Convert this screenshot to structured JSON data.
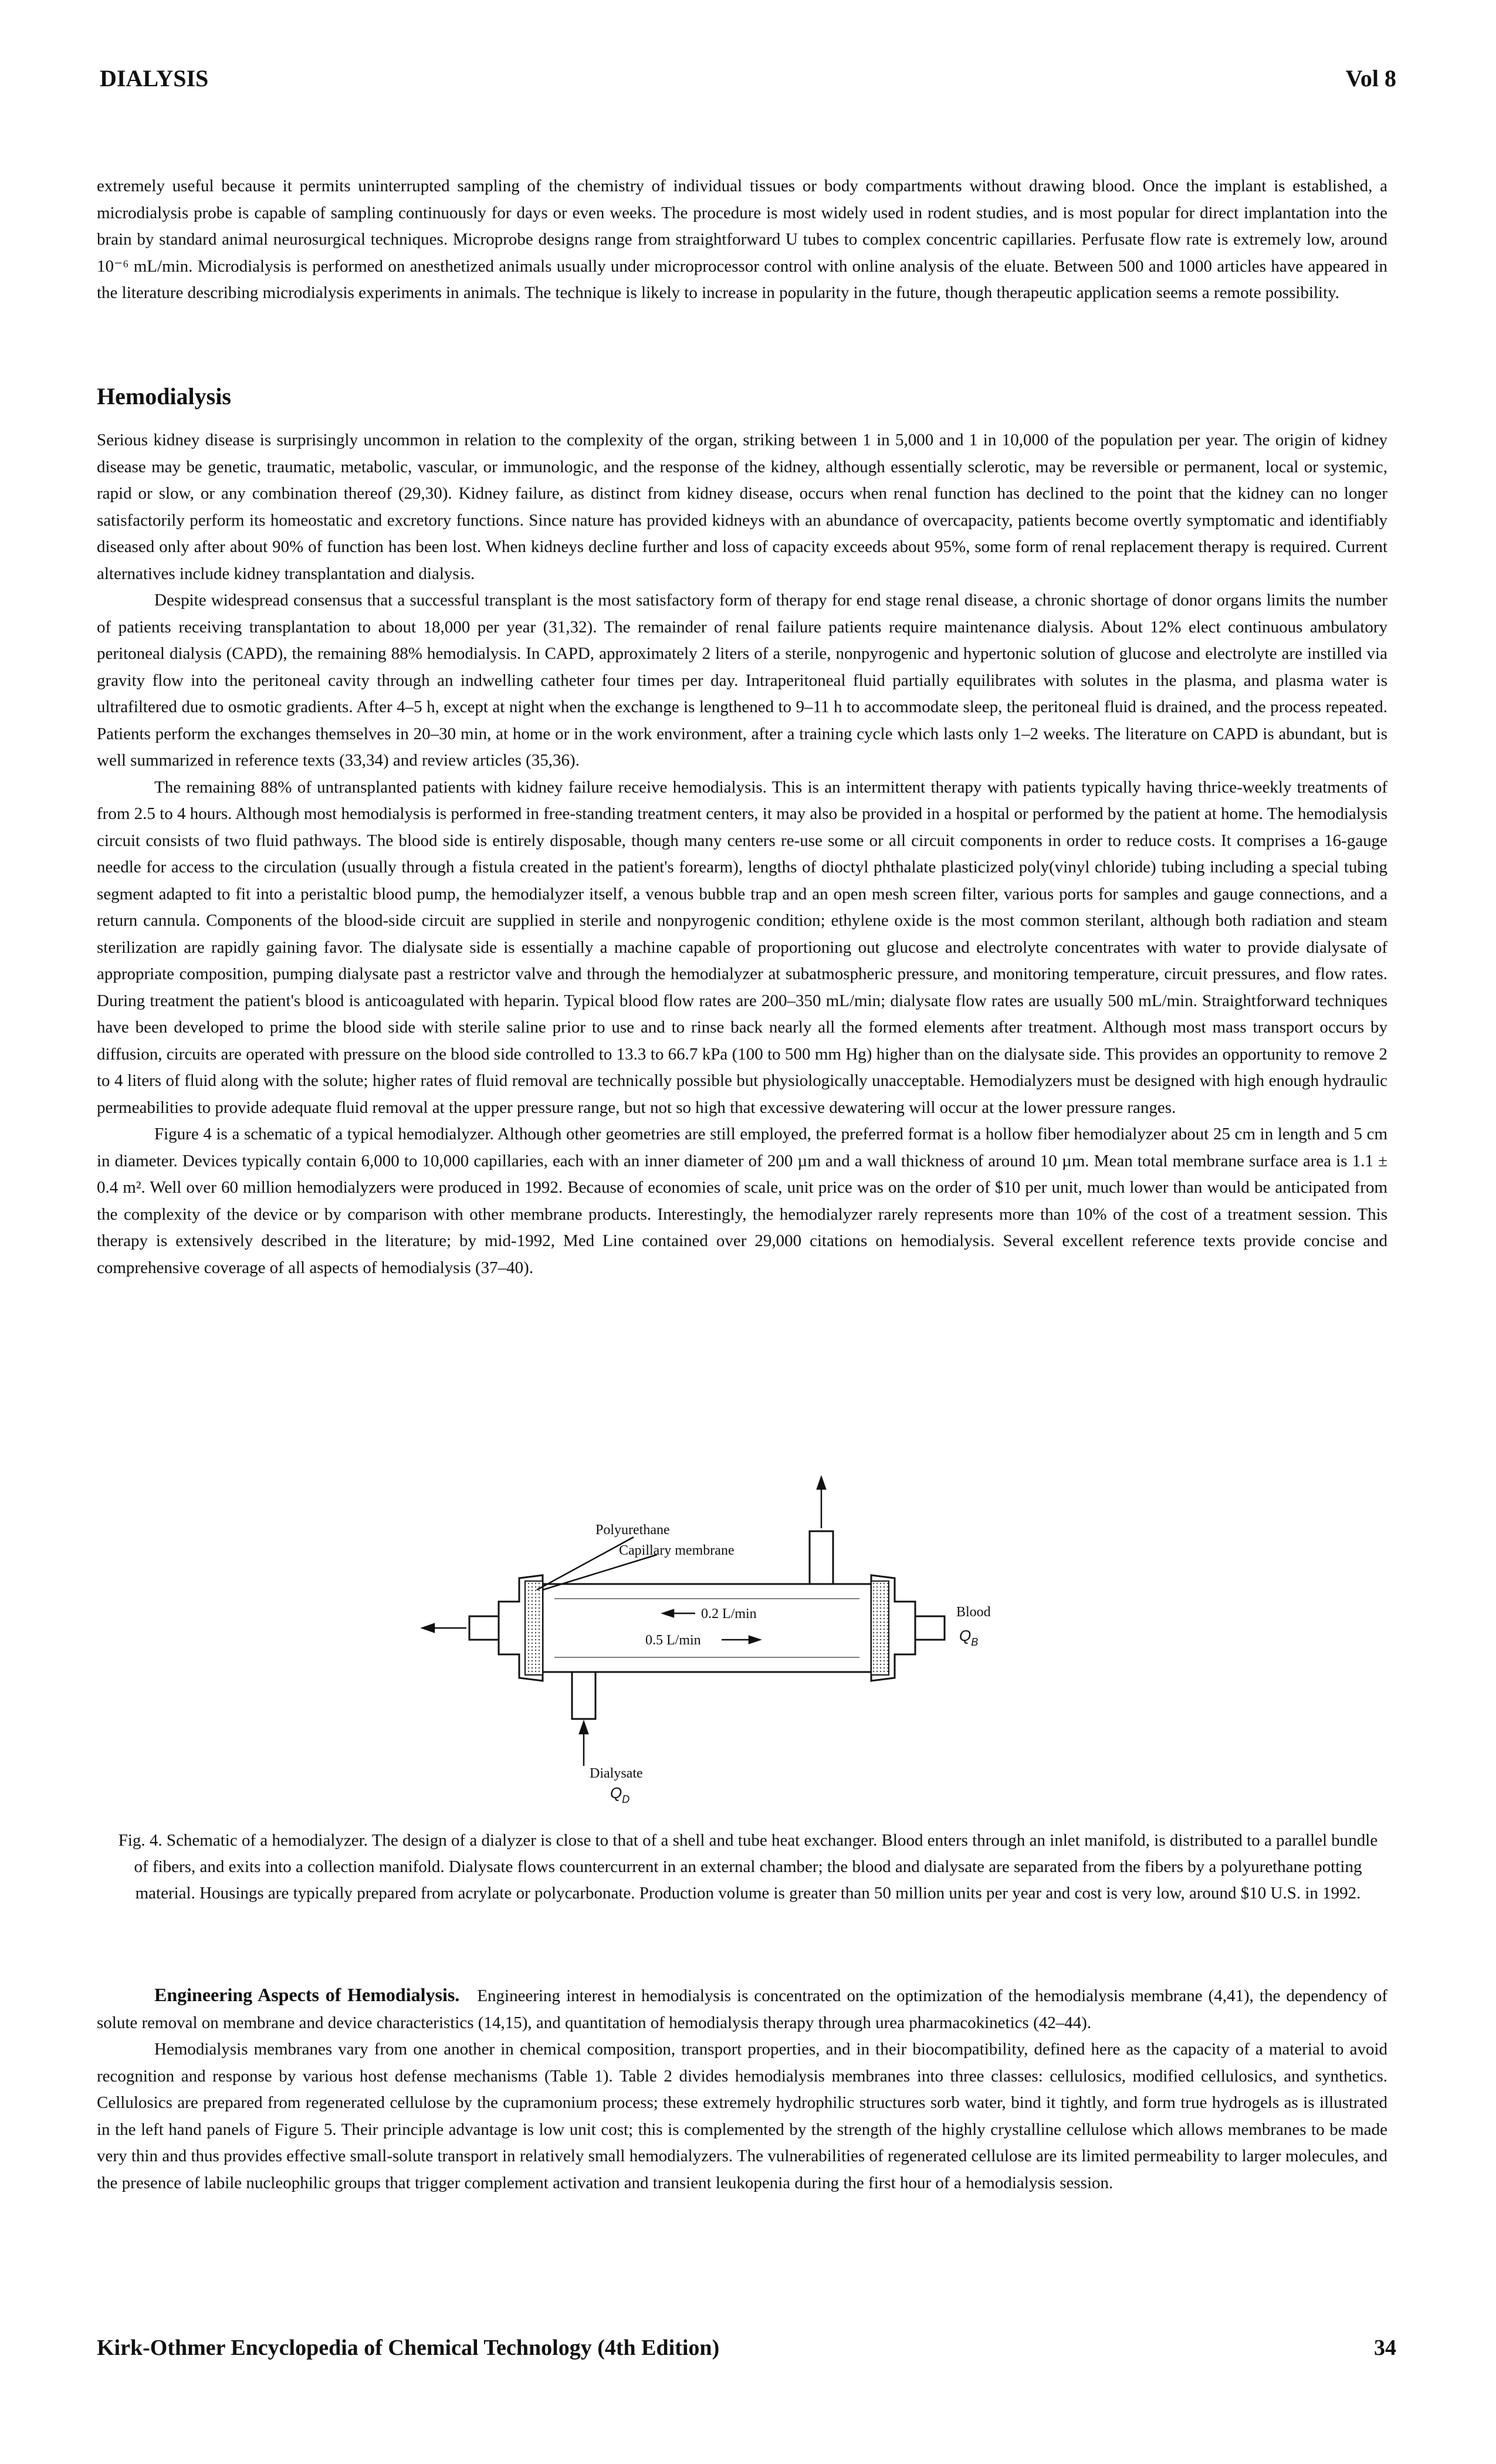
{
  "header": {
    "left": "DIALYSIS",
    "right": "Vol 8"
  },
  "intro_paragraph": "extremely useful because it permits uninterrupted sampling of the chemistry of individual tissues or body compartments without drawing blood. Once the implant is established, a microdialysis probe is capable of sampling continuously for days or even weeks. The procedure is most widely used in rodent studies, and is most popular for direct implantation into the brain by standard animal neurosurgical techniques. Microprobe designs range from straightforward U tubes to complex concentric capillaries. Perfusate flow rate is extremely low, around 10⁻⁶ mL/min. Microdialysis is performed on anesthetized animals usually under microprocessor control with online analysis of the eluate. Between 500 and 1000 articles have appeared in the literature describing microdialysis experiments in animals. The technique is likely to increase in popularity in the future, though therapeutic application seems a remote possibility.",
  "section_title": "Hemodialysis",
  "hemo_paragraphs": [
    "Serious kidney disease is surprisingly uncommon in relation to the complexity of the organ, striking between 1 in 5,000 and 1 in 10,000 of the population per year. The origin of kidney disease may be genetic, traumatic, metabolic, vascular, or immunologic, and the response of the kidney, although essentially sclerotic, may be reversible or permanent, local or systemic, rapid or slow, or any combination thereof (29,30). Kidney failure, as distinct from kidney disease, occurs when renal function has declined to the point that the kidney can no longer satisfactorily perform its homeostatic and excretory functions. Since nature has provided kidneys with an abundance of overcapacity, patients become overtly symptomatic and identifiably diseased only after about 90% of function has been lost. When kidneys decline further and loss of capacity exceeds about 95%, some form of renal replacement therapy is required. Current alternatives include kidney transplantation and dialysis.",
    "Despite widespread consensus that a successful transplant is the most satisfactory form of therapy for end stage renal disease, a chronic shortage of donor organs limits the number of patients receiving transplantation to about 18,000 per year (31,32). The remainder of renal failure patients require maintenance dialysis. About 12% elect continuous ambulatory peritoneal dialysis (CAPD), the remaining 88% hemodialysis. In CAPD, approximately 2 liters of a sterile, nonpyrogenic and hypertonic solution of glucose and electrolyte are instilled via gravity flow into the peritoneal cavity through an indwelling catheter four times per day. Intraperitoneal fluid partially equilibrates with solutes in the plasma, and plasma water is ultrafiltered due to osmotic gradients. After 4–5 h, except at night when the exchange is lengthened to 9–11 h to accommodate sleep, the peritoneal fluid is drained, and the process repeated. Patients perform the exchanges themselves in 20–30 min, at home or in the work environment, after a training cycle which lasts only 1–2 weeks. The literature on CAPD is abundant, but is well summarized in reference texts (33,34) and review articles (35,36).",
    "The remaining 88% of untransplanted patients with kidney failure receive hemodialysis. This is an intermittent therapy with patients typically having thrice-weekly treatments of from 2.5 to 4 hours. Although most hemodialysis is performed in free-standing treatment centers, it may also be provided in a hospital or performed by the patient at home. The hemodialysis circuit consists of two fluid pathways. The blood side is entirely disposable, though many centers re-use some or all circuit components in order to reduce costs. It comprises a 16-gauge needle for access to the circulation (usually through a fistula created in the patient's forearm), lengths of dioctyl phthalate plasticized poly(vinyl chloride) tubing including a special tubing segment adapted to fit into a peristaltic blood pump, the hemodialyzer itself, a venous bubble trap and an open mesh screen filter, various ports for samples and gauge connections, and a return cannula. Components of the blood-side circuit are supplied in sterile and nonpyrogenic condition; ethylene oxide is the most common sterilant, although both radiation and steam sterilization are rapidly gaining favor. The dialysate side is essentially a machine capable of proportioning out glucose and electrolyte concentrates with water to provide dialysate of appropriate composition, pumping dialysate past a restrictor valve and through the hemodialyzer at subatmospheric pressure, and monitoring temperature, circuit pressures, and flow rates. During treatment the patient's blood is anticoagulated with heparin. Typical blood flow rates are 200–350 mL/min; dialysate flow rates are usually 500 mL/min. Straightforward techniques have been developed to prime the blood side with sterile saline prior to use and to rinse back nearly all the formed elements after treatment. Although most mass transport occurs by diffusion, circuits are operated with pressure on the blood side controlled to 13.3 to 66.7 kPa (100 to 500 mm Hg) higher than on the dialysate side. This provides an opportunity to remove 2 to 4 liters of fluid along with the solute; higher rates of fluid removal are technically possible but physiologically unacceptable. Hemodialyzers must be designed with high enough hydraulic permeabilities to provide adequate fluid removal at the upper pressure range, but not so high that excessive dewatering will occur at the lower pressure ranges.",
    "Figure 4 is a schematic of a typical hemodialyzer. Although other geometries are still employed, the preferred format is a hollow fiber hemodialyzer about 25 cm in length and 5 cm in diameter. Devices typically contain 6,000 to 10,000 capillaries, each with an inner diameter of 200 µm and a wall thickness of around 10 µm. Mean total membrane surface area is 1.1 ± 0.4 m². Well over 60 million hemodialyzers were produced in 1992. Because of economies of scale, unit price was on the order of $10 per unit, much lower than would be anticipated from the complexity of the device or by comparison with other membrane products. Interestingly, the hemodialyzer rarely represents more than 10% of the cost of a treatment session. This therapy is extensively described in the literature; by mid-1992, Med Line contained over 29,000 citations on hemodialysis. Several excellent reference texts provide concise and comprehensive coverage of all aspects of hemodialysis (37–40)."
  ],
  "figure": {
    "label_polyurethane": "Polyurethane",
    "label_capillary": "Capillary membrane",
    "flow_dialysate": "0.2 L/min",
    "flow_blood": "0.5 L/min",
    "label_blood": "Blood",
    "label_qb": "Q",
    "label_qb_sub": "B",
    "label_dialysate": "Dialysate",
    "label_qd": "Q",
    "label_qd_sub": "D"
  },
  "caption": "Fig. 4. Schematic of a hemodialyzer. The design of a dialyzer is close to that of a shell and tube heat exchanger. Blood enters through an inlet manifold, is distributed to a parallel bundle of fibers, and exits into a collection manifold. Dialysate flows countercurrent in an external chamber; the blood and dialysate are separated from the fibers by a polyurethane potting material. Housings are typically prepared from acrylate or polycarbonate. Production volume is greater than 50 million units per year and cost is very low, around $10 U.S. in 1992.",
  "eng_heading": "Engineering Aspects of Hemodialysis.",
  "eng_paragraph_1": "Engineering interest in hemodialysis is concentrated on the optimization of the hemodialysis membrane (4,41), the dependency of solute removal on membrane and device characteristics (14,15), and quantitation of hemodialysis therapy through urea pharmacokinetics (42–44).",
  "eng_paragraph_2": "Hemodialysis membranes vary from one another in chemical composition, transport properties, and in their biocompatibility, defined here as the capacity of a material to avoid recognition and response by various host defense mechanisms (Table 1). Table 2 divides hemodialysis membranes into three classes: cellulosics, modified cellulosics, and synthetics. Cellulosics are prepared from regenerated cellulose by the cupramonium process; these extremely hydrophilic structures sorb water, bind it tightly, and form true hydrogels as is illustrated in the left hand panels of Figure 5. Their principle advantage is low unit cost; this is complemented by the strength of the highly crystalline cellulose which allows membranes to be made very thin and thus provides effective small-solute transport in relatively small hemodialyzers. The vulnerabilities of regenerated cellulose are its limited permeability to larger molecules, and the presence of labile nucleophilic groups that trigger complement activation and transient leukopenia during the first hour of a hemodialysis session.",
  "footer": {
    "left": "Kirk-Othmer Encyclopedia of Chemical Technology (4th Edition)",
    "right": "34"
  }
}
